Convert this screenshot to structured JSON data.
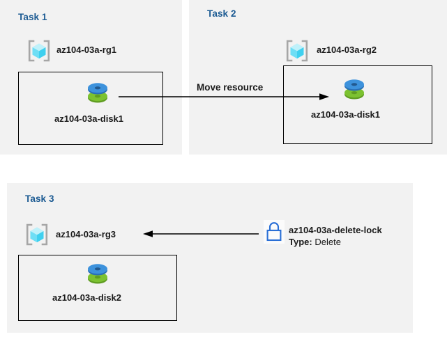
{
  "diagram": {
    "title_color": "#1b5a92",
    "panel_background": "#f2f2f2",
    "page_background": "#ffffff",
    "box_border_color": "#000000",
    "arrow_color": "#000000",
    "disk_top_color": "#3a8fd9",
    "disk_bottom_color": "#70ad2f",
    "rg_cube_color": "#5ad8f0",
    "rg_bracket_color": "#a6a6a6",
    "lock_color": "#2a6fd6"
  },
  "panels": [
    {
      "id": "task1",
      "title": "Task 1",
      "resource_group": {
        "icon": "resource-group-icon",
        "label": "az104-03a-rg1"
      },
      "box": {
        "resource": {
          "icon": "managed-disk-icon",
          "label": "az104-03a-disk1"
        }
      }
    },
    {
      "id": "task2",
      "title": "Task 2",
      "resource_group": {
        "icon": "resource-group-icon",
        "label": "az104-03a-rg2"
      },
      "box": {
        "resource": {
          "icon": "managed-disk-icon",
          "label": "az104-03a-disk1"
        }
      }
    },
    {
      "id": "task3",
      "title": "Task 3",
      "resource_group": {
        "icon": "resource-group-icon",
        "label": "az104-03a-rg3"
      },
      "box": {
        "resource": {
          "icon": "managed-disk-icon",
          "label": "az104-03a-disk2"
        }
      },
      "lock": {
        "icon": "lock-icon",
        "name": "az104-03a-delete-lock",
        "type_key": "Type:",
        "type_value": "Delete"
      }
    }
  ],
  "connectors": [
    {
      "id": "move-resource",
      "label": "Move resource",
      "direction": "right",
      "from": "az104-03a-disk1",
      "to": "az104-03a-disk1"
    },
    {
      "id": "lock-applies-to",
      "label": "",
      "direction": "left",
      "from": "az104-03a-delete-lock",
      "to": "az104-03a-rg3"
    }
  ]
}
